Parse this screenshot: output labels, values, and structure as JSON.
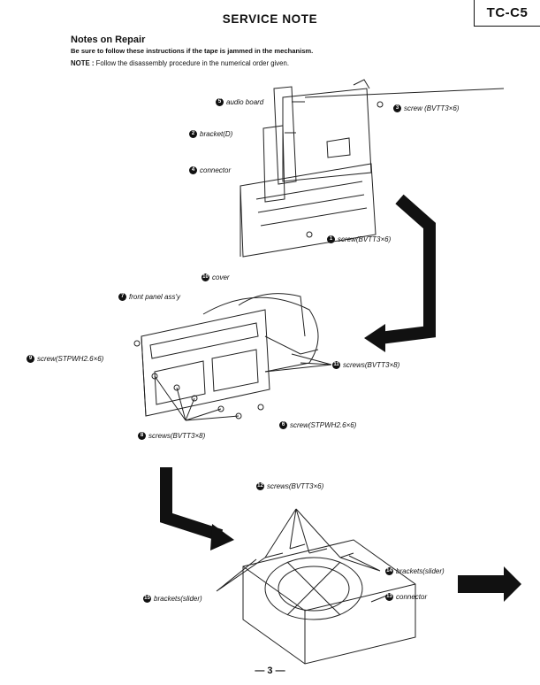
{
  "header": {
    "model": "TC-C5",
    "title": "SERVICE NOTE"
  },
  "repair": {
    "heading": "Notes on Repair",
    "warning": "Be sure to follow these instructions if the tape is jammed in the mechanism.",
    "note_label": "NOTE :",
    "note_text": " Follow the disassembly procedure in the numerical order given."
  },
  "labels": {
    "audio_board": {
      "num": "5",
      "text": "audio board"
    },
    "screw_top": {
      "num": "3",
      "text": "screw (BVTT3×6)"
    },
    "bracket_d": {
      "num": "2",
      "text": "bracket(D)"
    },
    "connector_4": {
      "num": "4",
      "text": "connector"
    },
    "screw_1": {
      "num": "1",
      "text": "screw(BVTT3×6)"
    },
    "cover": {
      "num": "10",
      "text": "cover"
    },
    "front_panel": {
      "num": "7",
      "text": "front panel ass'y"
    },
    "screw_9": {
      "num": "9",
      "text": "screw(STPWH2.6×6)"
    },
    "screws_11": {
      "num": "11",
      "text": "screws(BVTT3×8)"
    },
    "screw_6": {
      "num": "6",
      "text": "screw(STPWH2.6×6)"
    },
    "screws_8": {
      "num": "8",
      "text": "screws(BVTT3×8)"
    },
    "screws_12": {
      "num": "12",
      "text": "screws(BVTT3×6)"
    },
    "brackets_14": {
      "num": "14",
      "text": "brackets(slider)"
    },
    "brackets_15": {
      "num": "15",
      "text": "brackets(slider)"
    },
    "connector_13": {
      "num": "13",
      "text": "connector"
    }
  },
  "footer": {
    "page": "— 3 —"
  }
}
